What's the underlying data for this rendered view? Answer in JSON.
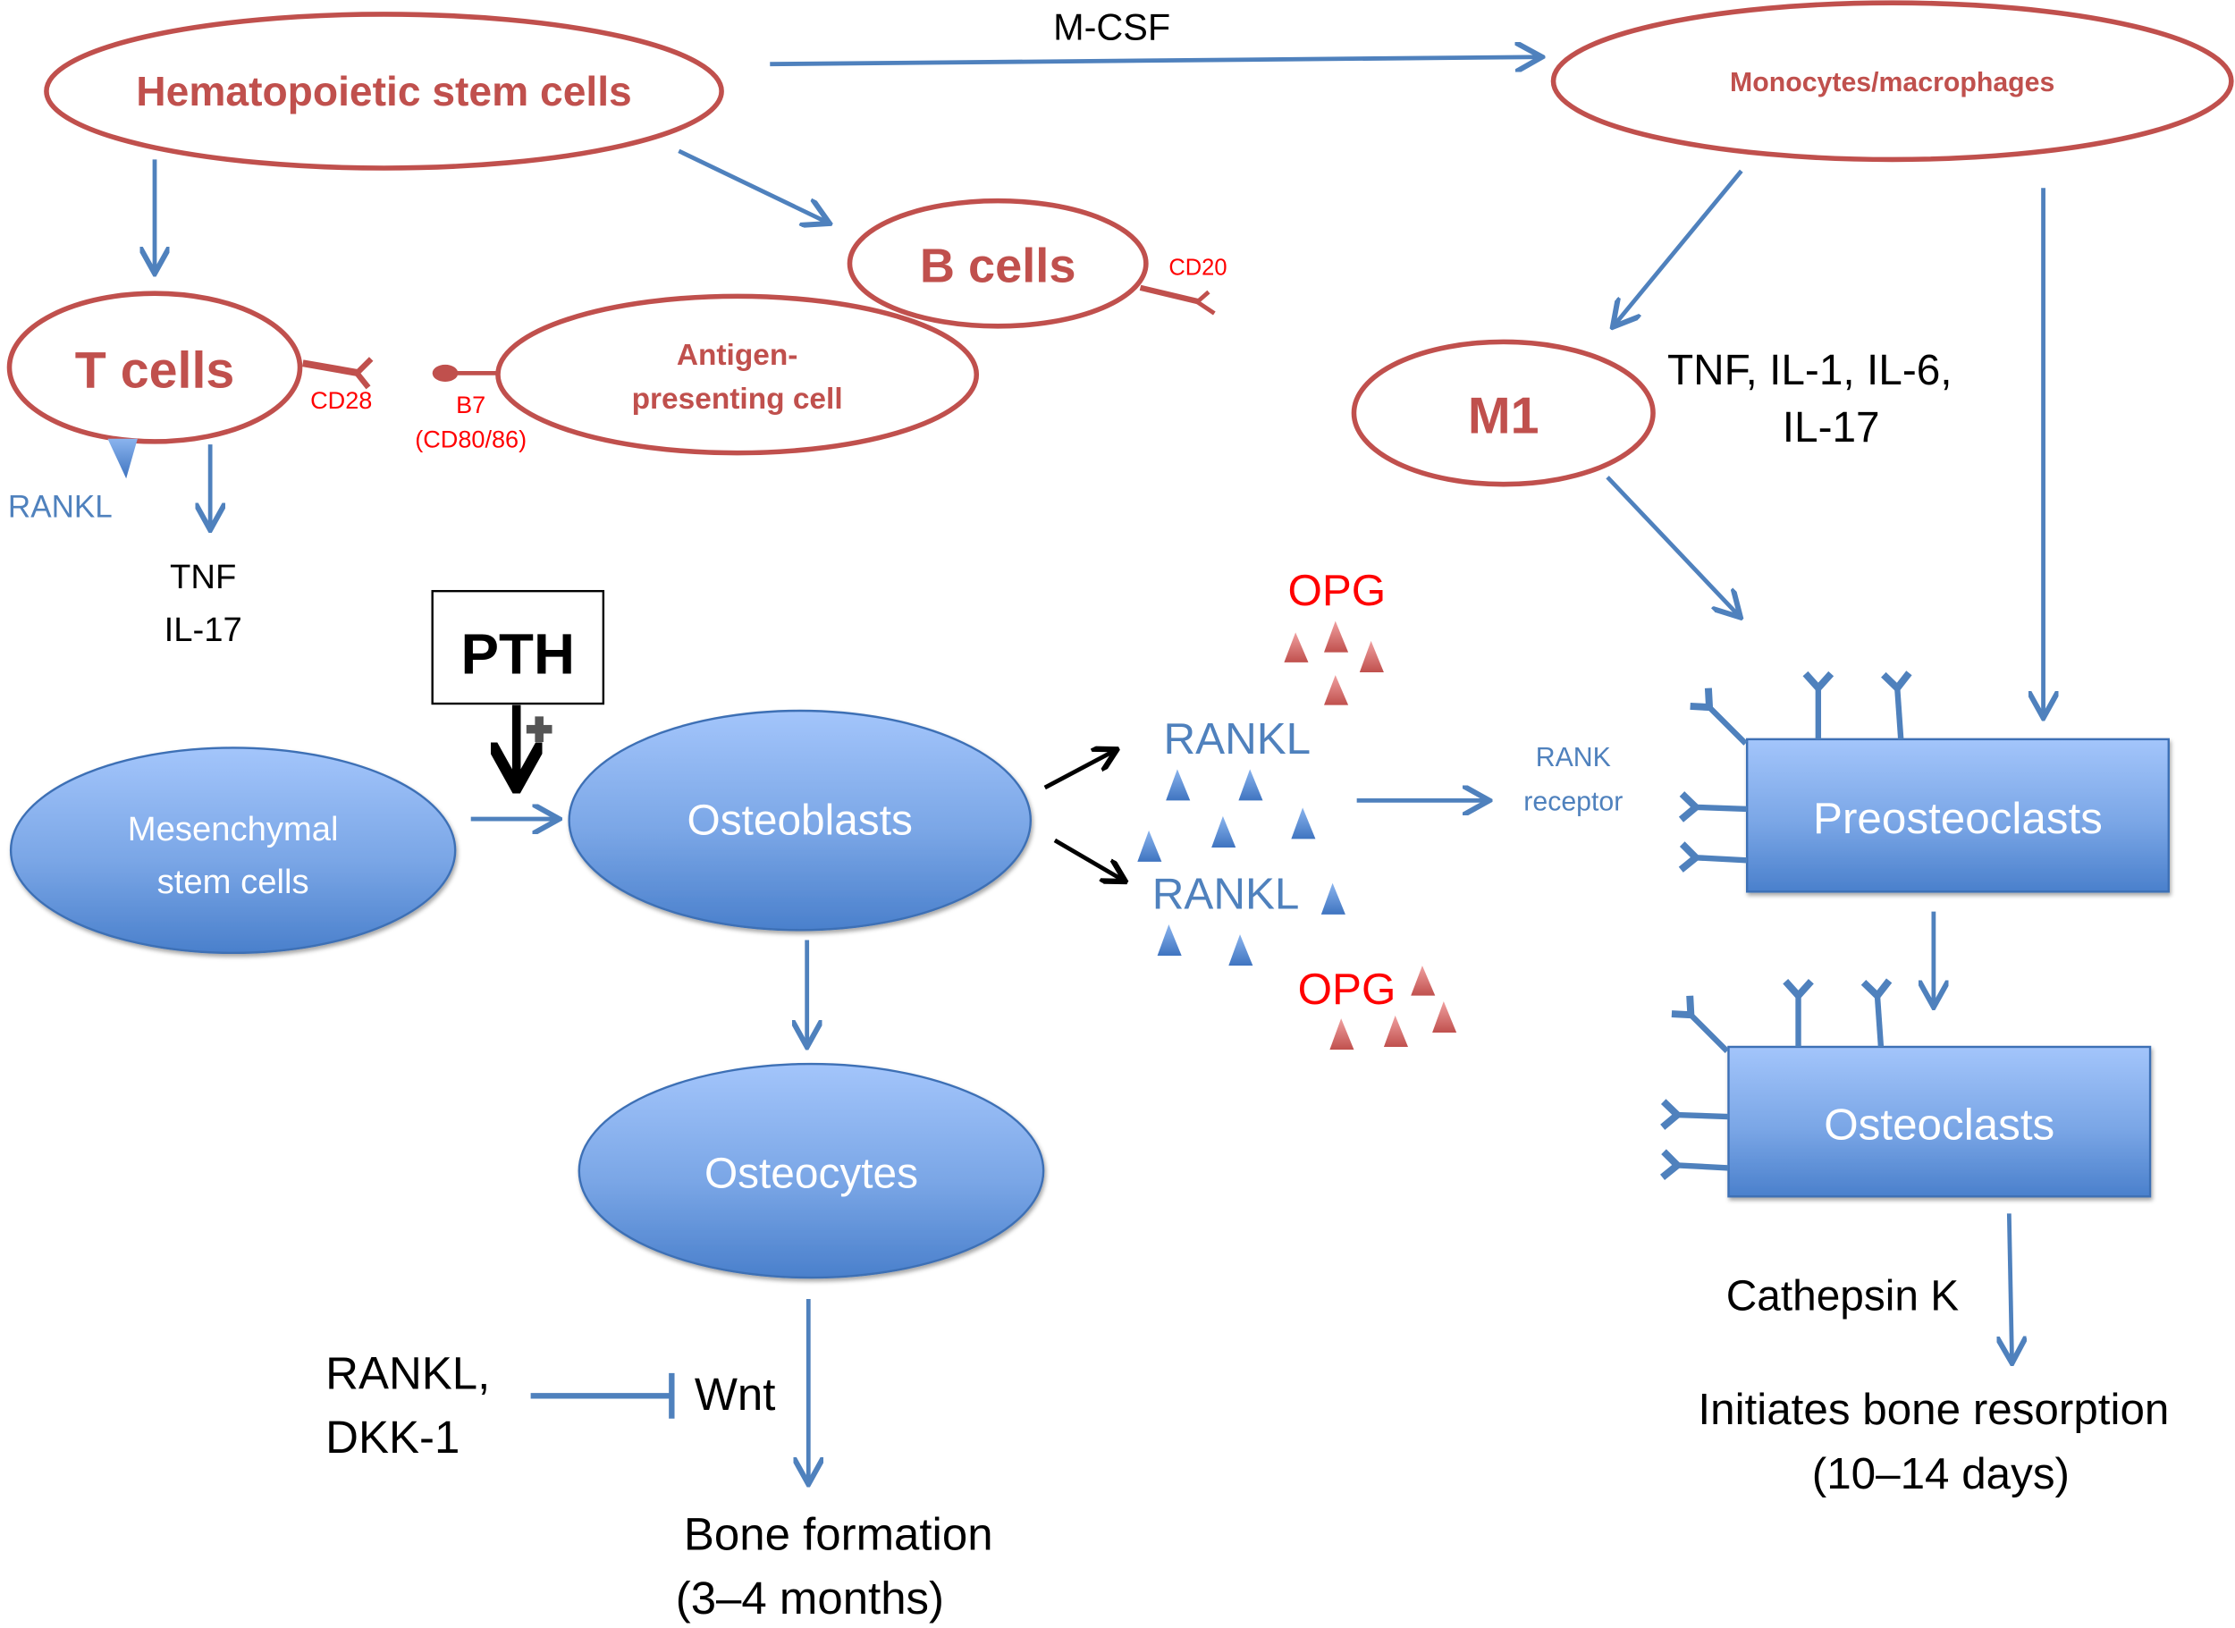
{
  "colors": {
    "red_outline": "#c0504d",
    "blue_arrow": "#4f81bd",
    "blue_fill_top": "#9ec2fa",
    "blue_fill_bottom": "#4a80cc",
    "opg_red": "#ff0000",
    "text_black": "#000000"
  },
  "nodes": {
    "hsc": "Hematopoietic stem cells",
    "monocytes": "Monocytes/macrophages",
    "b_cells": "B cells",
    "t_cells": "T cells",
    "apc_line1": "Antigen-",
    "apc_line2": "presenting cell",
    "m1": "M1",
    "msc_line1": "Mesenchymal",
    "msc_line2": "stem cells",
    "osteoblasts": "Osteoblasts",
    "osteocytes": "Osteocytes",
    "preosteoclasts": "Preosteoclasts",
    "osteoclasts": "Osteoclasts",
    "pth": "PTH"
  },
  "labels": {
    "mcsf": "M-CSF",
    "cd20": "CD20",
    "cd28": "CD28",
    "b7_line1": "B7",
    "b7_line2": "(CD80/86)",
    "rankl_t": "RANKL",
    "tnf": "TNF",
    "il17": "IL-17",
    "cytokines_line1": "TNF, IL-1, IL-6,",
    "cytokines_line2": "IL-17",
    "opg_top": "OPG",
    "opg_bottom": "OPG",
    "rankl_top": "RANKL",
    "rankl_bottom": "RANKL",
    "rank_receptor_line1": "RANK",
    "rank_receptor_line2": "receptor",
    "plus": "+",
    "inhib_line1": "RANKL,",
    "inhib_line2": "DKK-1",
    "wnt": "Wnt",
    "bone_formation_line1": "Bone formation",
    "bone_formation_line2": "(3–4 months)",
    "cathepsin": "Cathepsin K",
    "resorption_line1": "Initiates bone resorption",
    "resorption_line2": "(10–14 days)"
  }
}
